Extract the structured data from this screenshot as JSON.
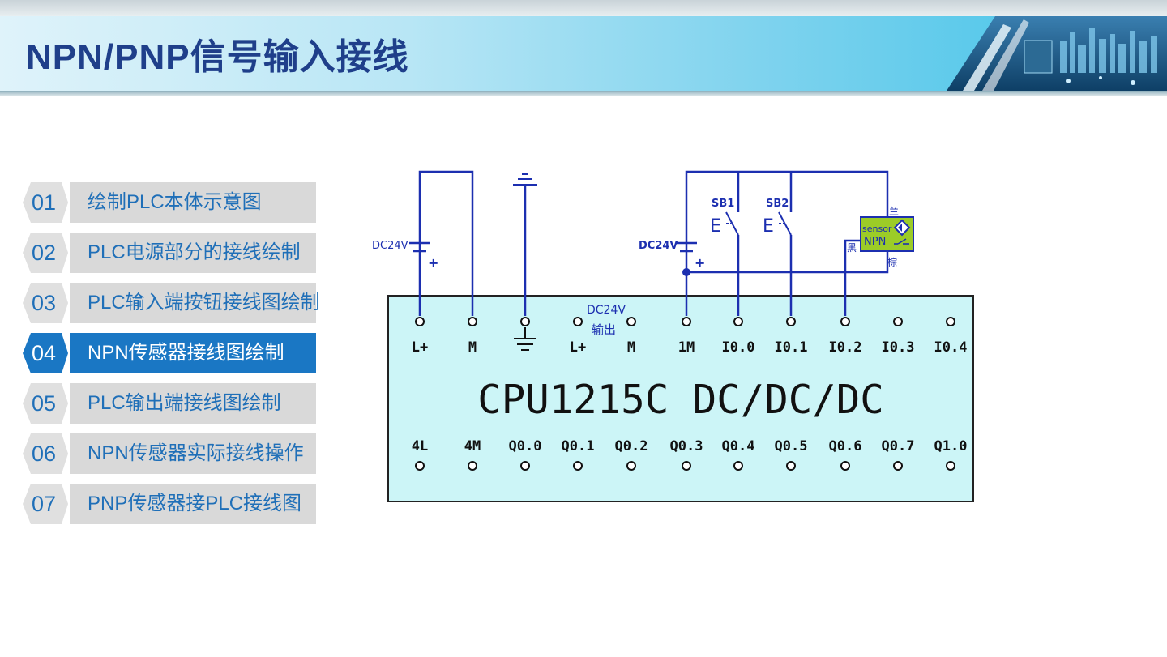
{
  "header": {
    "title": "NPN/PNP信号输入接线"
  },
  "menu": {
    "active_index": 3,
    "items": [
      {
        "num": "01",
        "label": "绘制PLC本体示意图"
      },
      {
        "num": "02",
        "label": "PLC电源部分的接线绘制"
      },
      {
        "num": "03",
        "label": "PLC输入端按钮接线图绘制"
      },
      {
        "num": "04",
        "label": "NPN传感器接线图绘制"
      },
      {
        "num": "05",
        "label": "PLC输出端接线图绘制"
      },
      {
        "num": "06",
        "label": "NPN传感器实际接线操作"
      },
      {
        "num": "07",
        "label": "PNP传感器接PLC接线图"
      }
    ]
  },
  "diagram": {
    "plc_model": "CPU1215C DC/DC/DC",
    "top_terminals": [
      "L+",
      "M",
      "",
      "L+",
      "M",
      "1M",
      "I0.0",
      "I0.1",
      "I0.2",
      "I0.3",
      "I0.4"
    ],
    "bottom_terminals": [
      "4L",
      "4M",
      "Q0.0",
      "Q0.1",
      "Q0.2",
      "Q0.3",
      "Q0.4",
      "Q0.5",
      "Q0.6",
      "Q0.7",
      "Q1.0"
    ],
    "output_supply_label_1": "DC24V",
    "output_supply_label_2": "输出",
    "supply_left_label": "DC24V",
    "supply_right_label": "DC24V",
    "battery_plus": "+",
    "switch_1_label": "SB1",
    "switch_2_label": "SB2",
    "switch_symbol": "E",
    "sensor_text": "sensor",
    "sensor_type": "NPN",
    "wire_blue": "兰",
    "wire_black": "黑",
    "wire_brown": "棕",
    "colors": {
      "wire": "#1c2fb0",
      "plc_fill": "#ccf5f7",
      "sensor_fill": "#9ccc27",
      "accent": "#1a77c4"
    }
  }
}
